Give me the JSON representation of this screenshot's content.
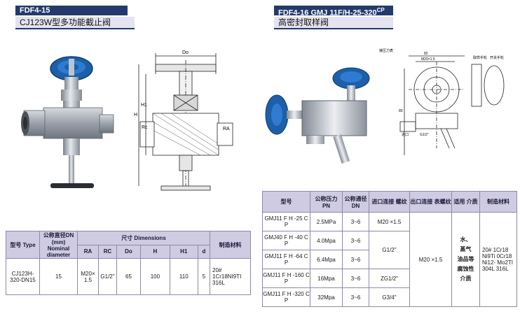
{
  "left": {
    "code": "FDF4-15",
    "name": "CJ123W型多功能截止阀",
    "drawing_labels": {
      "do": "Do",
      "h": "H",
      "h1": "H1",
      "rc": "Rc",
      "ra": "RA"
    },
    "table": {
      "header_model": "型号 Type",
      "header_dn": "公称直径DN (mm) Nominal diameter",
      "header_dimensions": "尺寸 Dimensions",
      "header_material": "制造材料",
      "sub_headers": [
        "RA",
        "RC",
        "Do",
        "H",
        "H1",
        "d"
      ],
      "row": {
        "model": "CJ123H-320-DN15",
        "dn": "15",
        "ra": "M20× 1.5",
        "rc": "G1/2\"",
        "do": "65",
        "h": "100",
        "h1": "110",
        "d": "5",
        "material": "20# 1Cr18NI9TI 316L"
      }
    }
  },
  "right": {
    "code": "FDF4-16 GMJ 11F/H-25-320",
    "code_sub_top": "C",
    "code_sub_bottom": "P",
    "name": "高密封取样阀",
    "drawing_labels": {
      "connect_thread": "接压力表",
      "m20": "M20×1.5",
      "sampling_handwheel": "取样手轮",
      "pressure_handwheel": "开关手轮",
      "inlet": "进口",
      "g12": "G1/2\"",
      "dim_82": "82",
      "dim_80": "80"
    },
    "table": {
      "headers": [
        "型号",
        "公称压力 PN",
        "公称通径 DN",
        "进口连接 螺纹",
        "出口连接 表螺纹",
        "适用 介质",
        "制造材料"
      ],
      "rows": [
        {
          "model": "GMJ11 F H -25 C P",
          "pn": "2.5MPa",
          "dn": "3~6"
        },
        {
          "model": "GMJ40 F H -40 C P",
          "pn": "4.0Mpa",
          "dn": "3~6"
        },
        {
          "model": "GMJ11 F H -64 C P",
          "pn": "6.4Mpa",
          "dn": "3~6"
        },
        {
          "model": "GMJ11 F H -160 C P",
          "pn": "16Mpa",
          "dn": "3~6"
        },
        {
          "model": "GMJ11 F H -320 C P",
          "pn": "32Mpa",
          "dn": "3~6"
        }
      ],
      "inlet_values": [
        "M20 ×1.5",
        "G1/2\"",
        "ZG1/2\"",
        "G3/4\""
      ],
      "outlet": "M20 ×1.5",
      "medium": [
        "水、",
        "蒸气",
        "油品等",
        "腐蚀性",
        "介质"
      ],
      "material": "20# 1Cr18 Ni9Ti 0Cr18 Ni12- Mo2TI 304L 316L"
    }
  },
  "colors": {
    "navy": "#233a6b",
    "lavender": "#e5e3f0",
    "header_fill": "#cfcbe2",
    "handwheel_blue": "#1d5fa8",
    "steel": "#b9bec6"
  }
}
